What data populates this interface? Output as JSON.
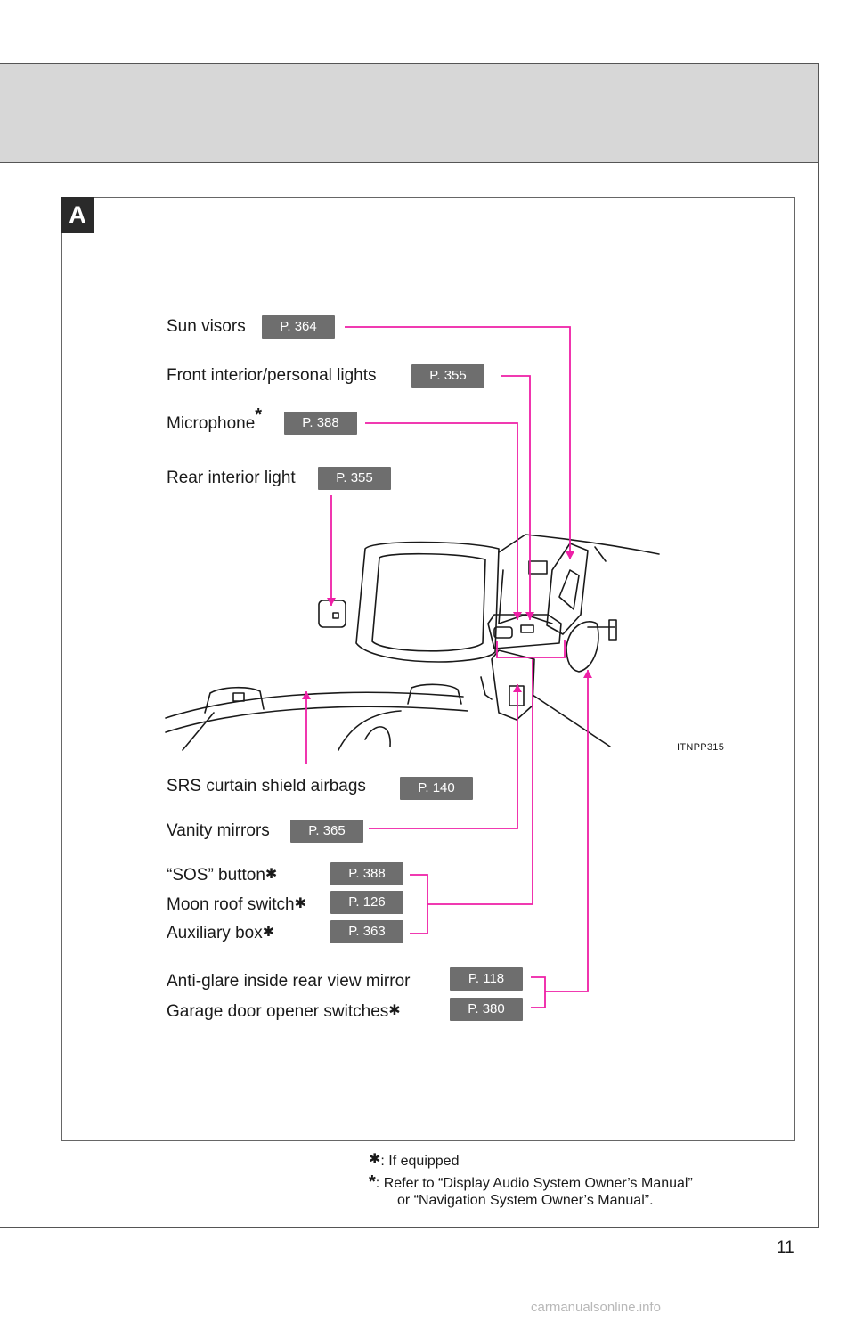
{
  "section": {
    "badge": "A"
  },
  "callouts": [
    {
      "label": "Sun visors",
      "page": "P. 364"
    },
    {
      "label": "Front interior/personal lights",
      "page": "P. 355"
    },
    {
      "label": "Microphone",
      "marker": "*",
      "page": "P. 388"
    },
    {
      "label": "Rear interior light",
      "page": "P. 355"
    },
    {
      "label": "SRS curtain shield airbags",
      "page": "P. 140"
    },
    {
      "label": "Vanity mirrors",
      "page": "P. 365"
    },
    {
      "label": "“SOS” button",
      "marker": "✱",
      "page": "P. 388"
    },
    {
      "label": "Moon roof switch",
      "marker": "✱",
      "page": "P. 126"
    },
    {
      "label": "Auxiliary box",
      "marker": "✱",
      "page": "P. 363"
    },
    {
      "label": "Anti-glare inside rear view mirror",
      "page": "P. 118"
    },
    {
      "label": "Garage door opener switches",
      "marker": "✱",
      "page": "P. 380"
    }
  ],
  "illustration": {
    "code": "ITNPP315"
  },
  "footnotes": [
    {
      "symbol": "✱",
      "text": ": If equipped"
    },
    {
      "symbol": "*",
      "text": ": Refer to “Display Audio System Owner’s Manual”",
      "text2": "or “Navigation System Owner’s Manual”."
    }
  ],
  "page_number": "11",
  "watermark": "carmanualsonline.info",
  "colors": {
    "leader": "#ee1fa6",
    "header_bg": "#d7d7d7",
    "page_tag_bg": "#6e6e6e"
  }
}
